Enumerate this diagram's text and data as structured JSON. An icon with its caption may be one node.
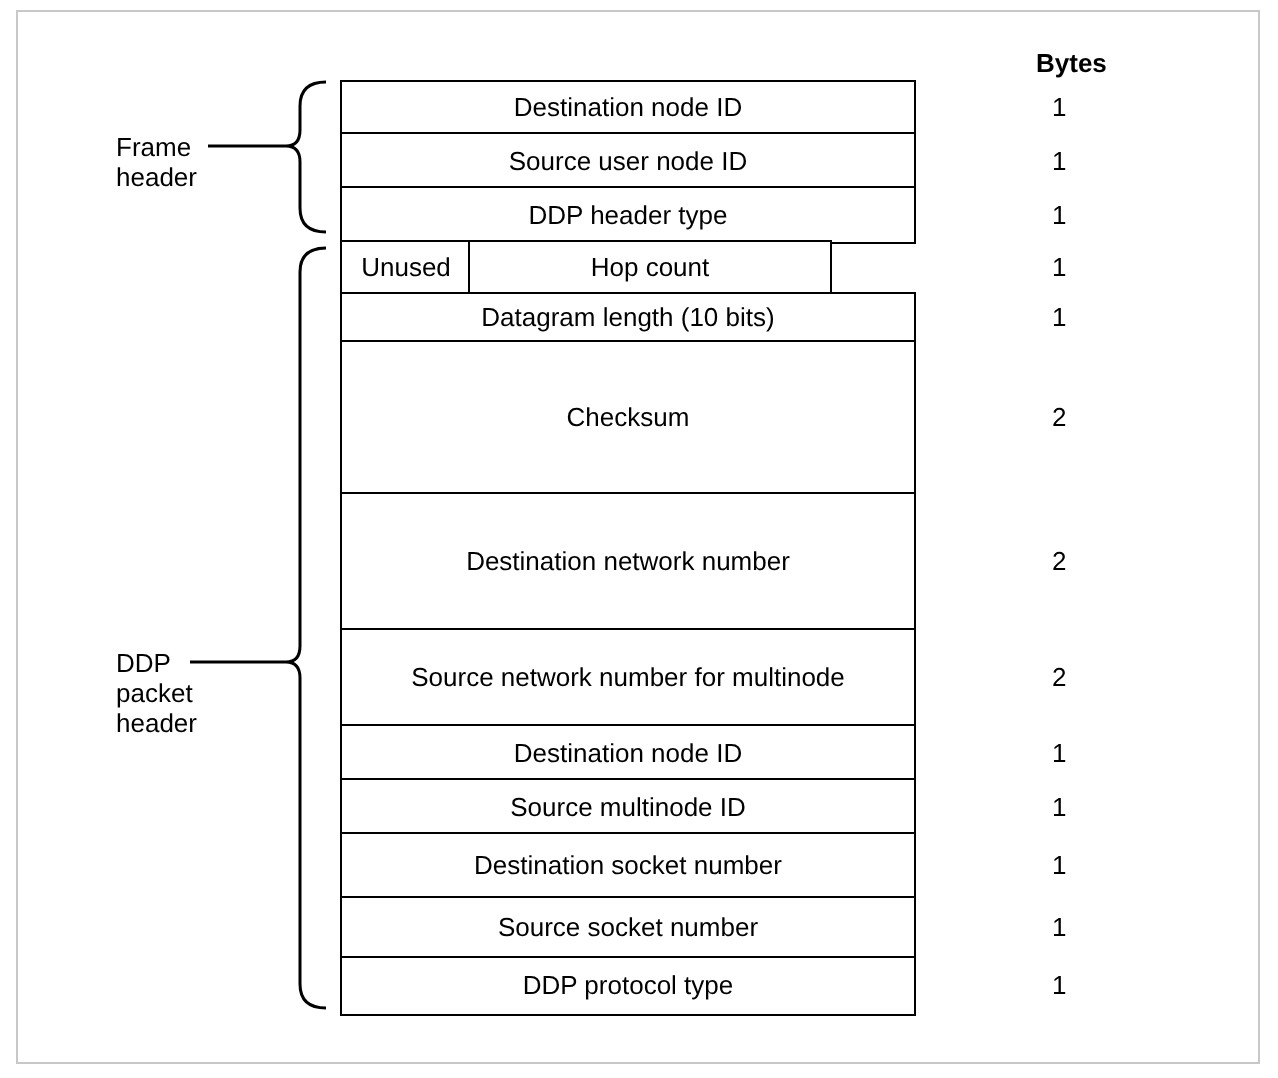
{
  "diagram": {
    "nodes": [
      {
        "text": [
          "Destination node ID"
        ]
      },
      {
        "text": [
          "Source user node ID"
        ]
      },
      {
        "text": [
          "DDP header type"
        ]
      },
      {
        "text": [
          "Unused"
        ]
      },
      {
        "text": [
          "Hop count"
        ]
      },
      {
        "text": [
          "Datagram length (10 bits)"
        ]
      },
      {
        "text": [
          "Checksum"
        ]
      },
      {
        "text": [
          "Destination network number"
        ]
      },
      {
        "text": [
          "Source network number for multinode"
        ]
      },
      {
        "text": [
          "Destination node ID"
        ]
      },
      {
        "text": [
          "Source multinode ID"
        ]
      },
      {
        "text": [
          "Destination socket number"
        ]
      },
      {
        "text": [
          "Source socket number"
        ]
      },
      {
        "text": [
          "DDP protocol type"
        ]
      }
    ],
    "labels": [
      "Bytes",
      "1",
      "1",
      "1",
      "1",
      "1",
      "2",
      "2",
      "2",
      "1",
      "1",
      "1",
      "1",
      "1",
      "Frame header",
      "DDP packet header"
    ]
  }
}
